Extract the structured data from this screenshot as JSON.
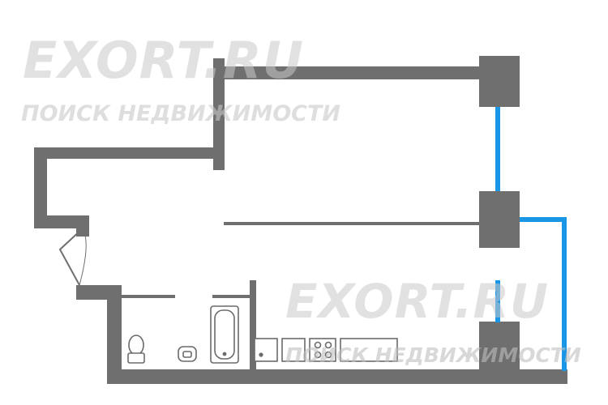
{
  "watermark_top": {
    "brand": "EXORT.RU",
    "tagline": "ПОИСК НЕДВИЖИМОСТИ"
  },
  "watermark_bottom": {
    "brand": "EXORT.RU",
    "tagline": "ПОИСК НЕДВИЖИМОСТИ"
  },
  "colors": {
    "wall": "#6f6f6f",
    "window": "#1a96e6",
    "fixture_outline": "#6a6a6a",
    "background": "#ffffff"
  },
  "icons": [
    "toilet-icon",
    "washbasin-icon",
    "bathtub-icon",
    "kitchen-sink-icon",
    "stove-icon",
    "countertop-icon"
  ]
}
